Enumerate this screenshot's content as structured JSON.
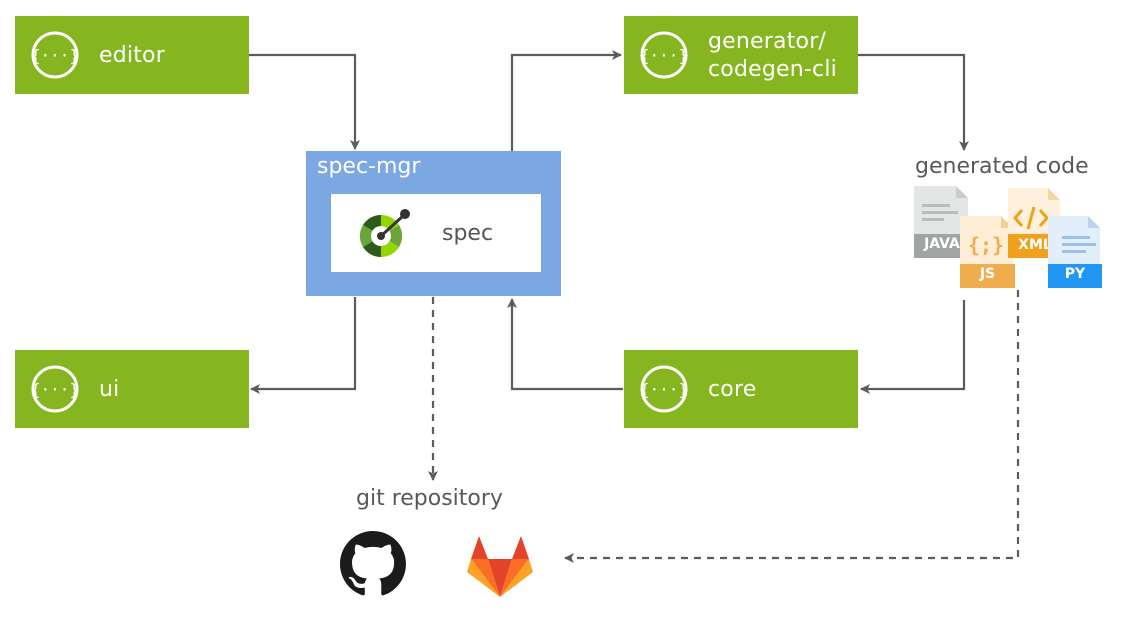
{
  "nodes": {
    "editor": {
      "label": "editor"
    },
    "generator": {
      "label_line1": "generator/",
      "label_line2": "codegen-cli"
    },
    "ui": {
      "label": "ui"
    },
    "core": {
      "label": "core"
    }
  },
  "spec_mgr": {
    "title": "spec-mgr",
    "inner_label": "spec"
  },
  "generated_code": {
    "title": "generated code",
    "files": [
      {
        "label": "JAVA",
        "color": "#9ea5a4"
      },
      {
        "label": "JS",
        "color": "#f0ad4e"
      },
      {
        "label": "XML",
        "color": "#f0a11c"
      },
      {
        "label": "PY",
        "color": "#2196f3"
      }
    ]
  },
  "git": {
    "title": "git repository",
    "icons": [
      "github-icon",
      "gitlab-icon"
    ]
  },
  "colors": {
    "node_green": "#85b51f",
    "spec_blue": "#7ba7e2",
    "arrow": "#5c5c5c"
  }
}
